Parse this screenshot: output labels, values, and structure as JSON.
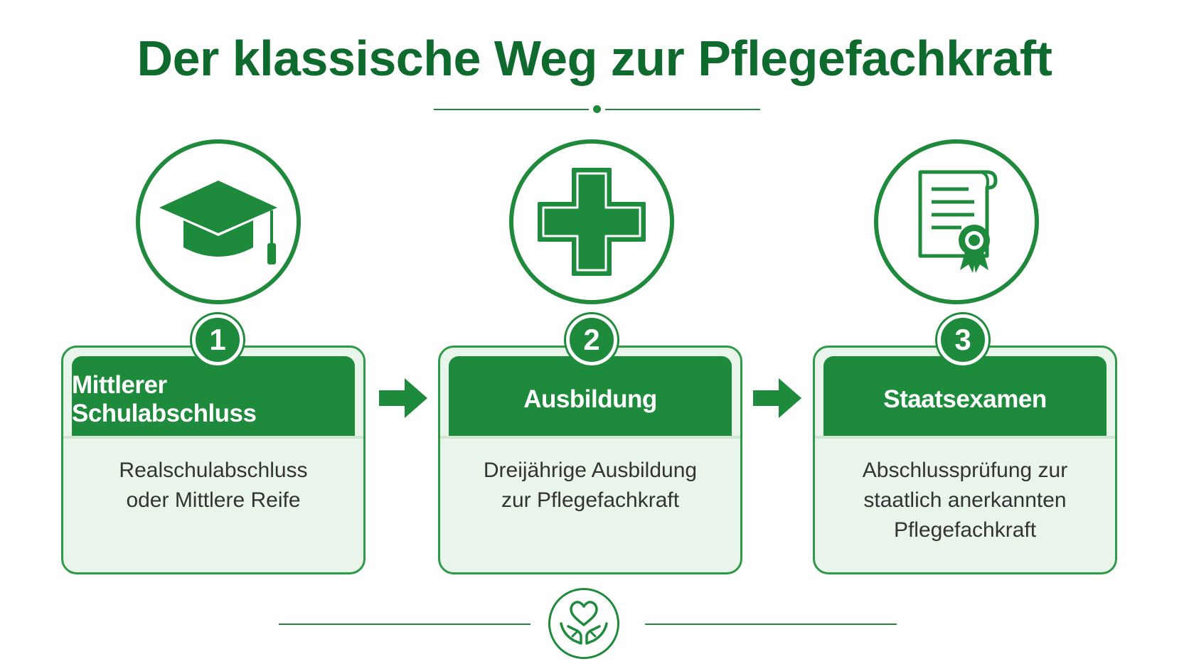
{
  "title": "Der klassische Weg zur Pflegefachkraft",
  "steps": [
    {
      "number": "1",
      "heading": "Mittlerer Schulabschluss",
      "description": "Realschulabschluss\noder Mittlere Reife",
      "icon": "graduation-cap-icon"
    },
    {
      "number": "2",
      "heading": "Ausbildung",
      "description": "Dreijährige Ausbildung\nzur Pflegefachkraft",
      "icon": "medical-cross-icon"
    },
    {
      "number": "3",
      "heading": "Staatsexamen",
      "description": "Abschlussprüfung zur\nstaatlich anerkannten\nPflegefachkraft",
      "icon": "certificate-icon"
    }
  ],
  "footer_icon": "caring-hands-heart-icon",
  "colors": {
    "primary": "#1e8a3c",
    "title": "#0f6a2e",
    "card_background": "#e9f4ea"
  }
}
